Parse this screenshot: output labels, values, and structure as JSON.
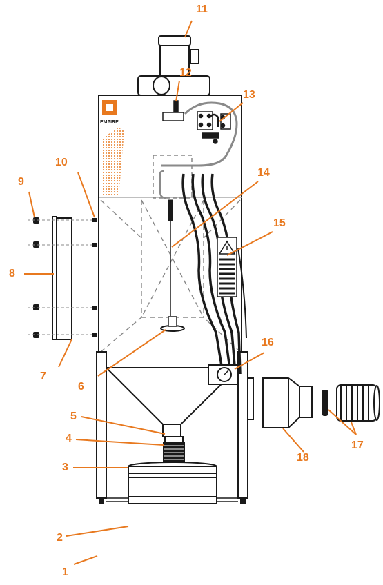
{
  "brand": {
    "logo_text": "EMPIRE"
  },
  "colors": {
    "accent": "#e8791f",
    "line": "#1a1a1a",
    "dash": "#888888",
    "hose": "#8a8a8a"
  },
  "callouts": [
    {
      "id": "c1",
      "label": "1"
    },
    {
      "id": "c2",
      "label": "2"
    },
    {
      "id": "c3",
      "label": "3"
    },
    {
      "id": "c4",
      "label": "4"
    },
    {
      "id": "c5",
      "label": "5"
    },
    {
      "id": "c6",
      "label": "6"
    },
    {
      "id": "c7",
      "label": "7"
    },
    {
      "id": "c8",
      "label": "8"
    },
    {
      "id": "c9",
      "label": "9"
    },
    {
      "id": "c10",
      "label": "10"
    },
    {
      "id": "c11",
      "label": "11"
    },
    {
      "id": "c12",
      "label": "12"
    },
    {
      "id": "c13",
      "label": "13"
    },
    {
      "id": "c14",
      "label": "14"
    },
    {
      "id": "c15",
      "label": "15"
    },
    {
      "id": "c16",
      "label": "16"
    },
    {
      "id": "c17",
      "label": "17"
    },
    {
      "id": "c18",
      "label": "18"
    }
  ]
}
